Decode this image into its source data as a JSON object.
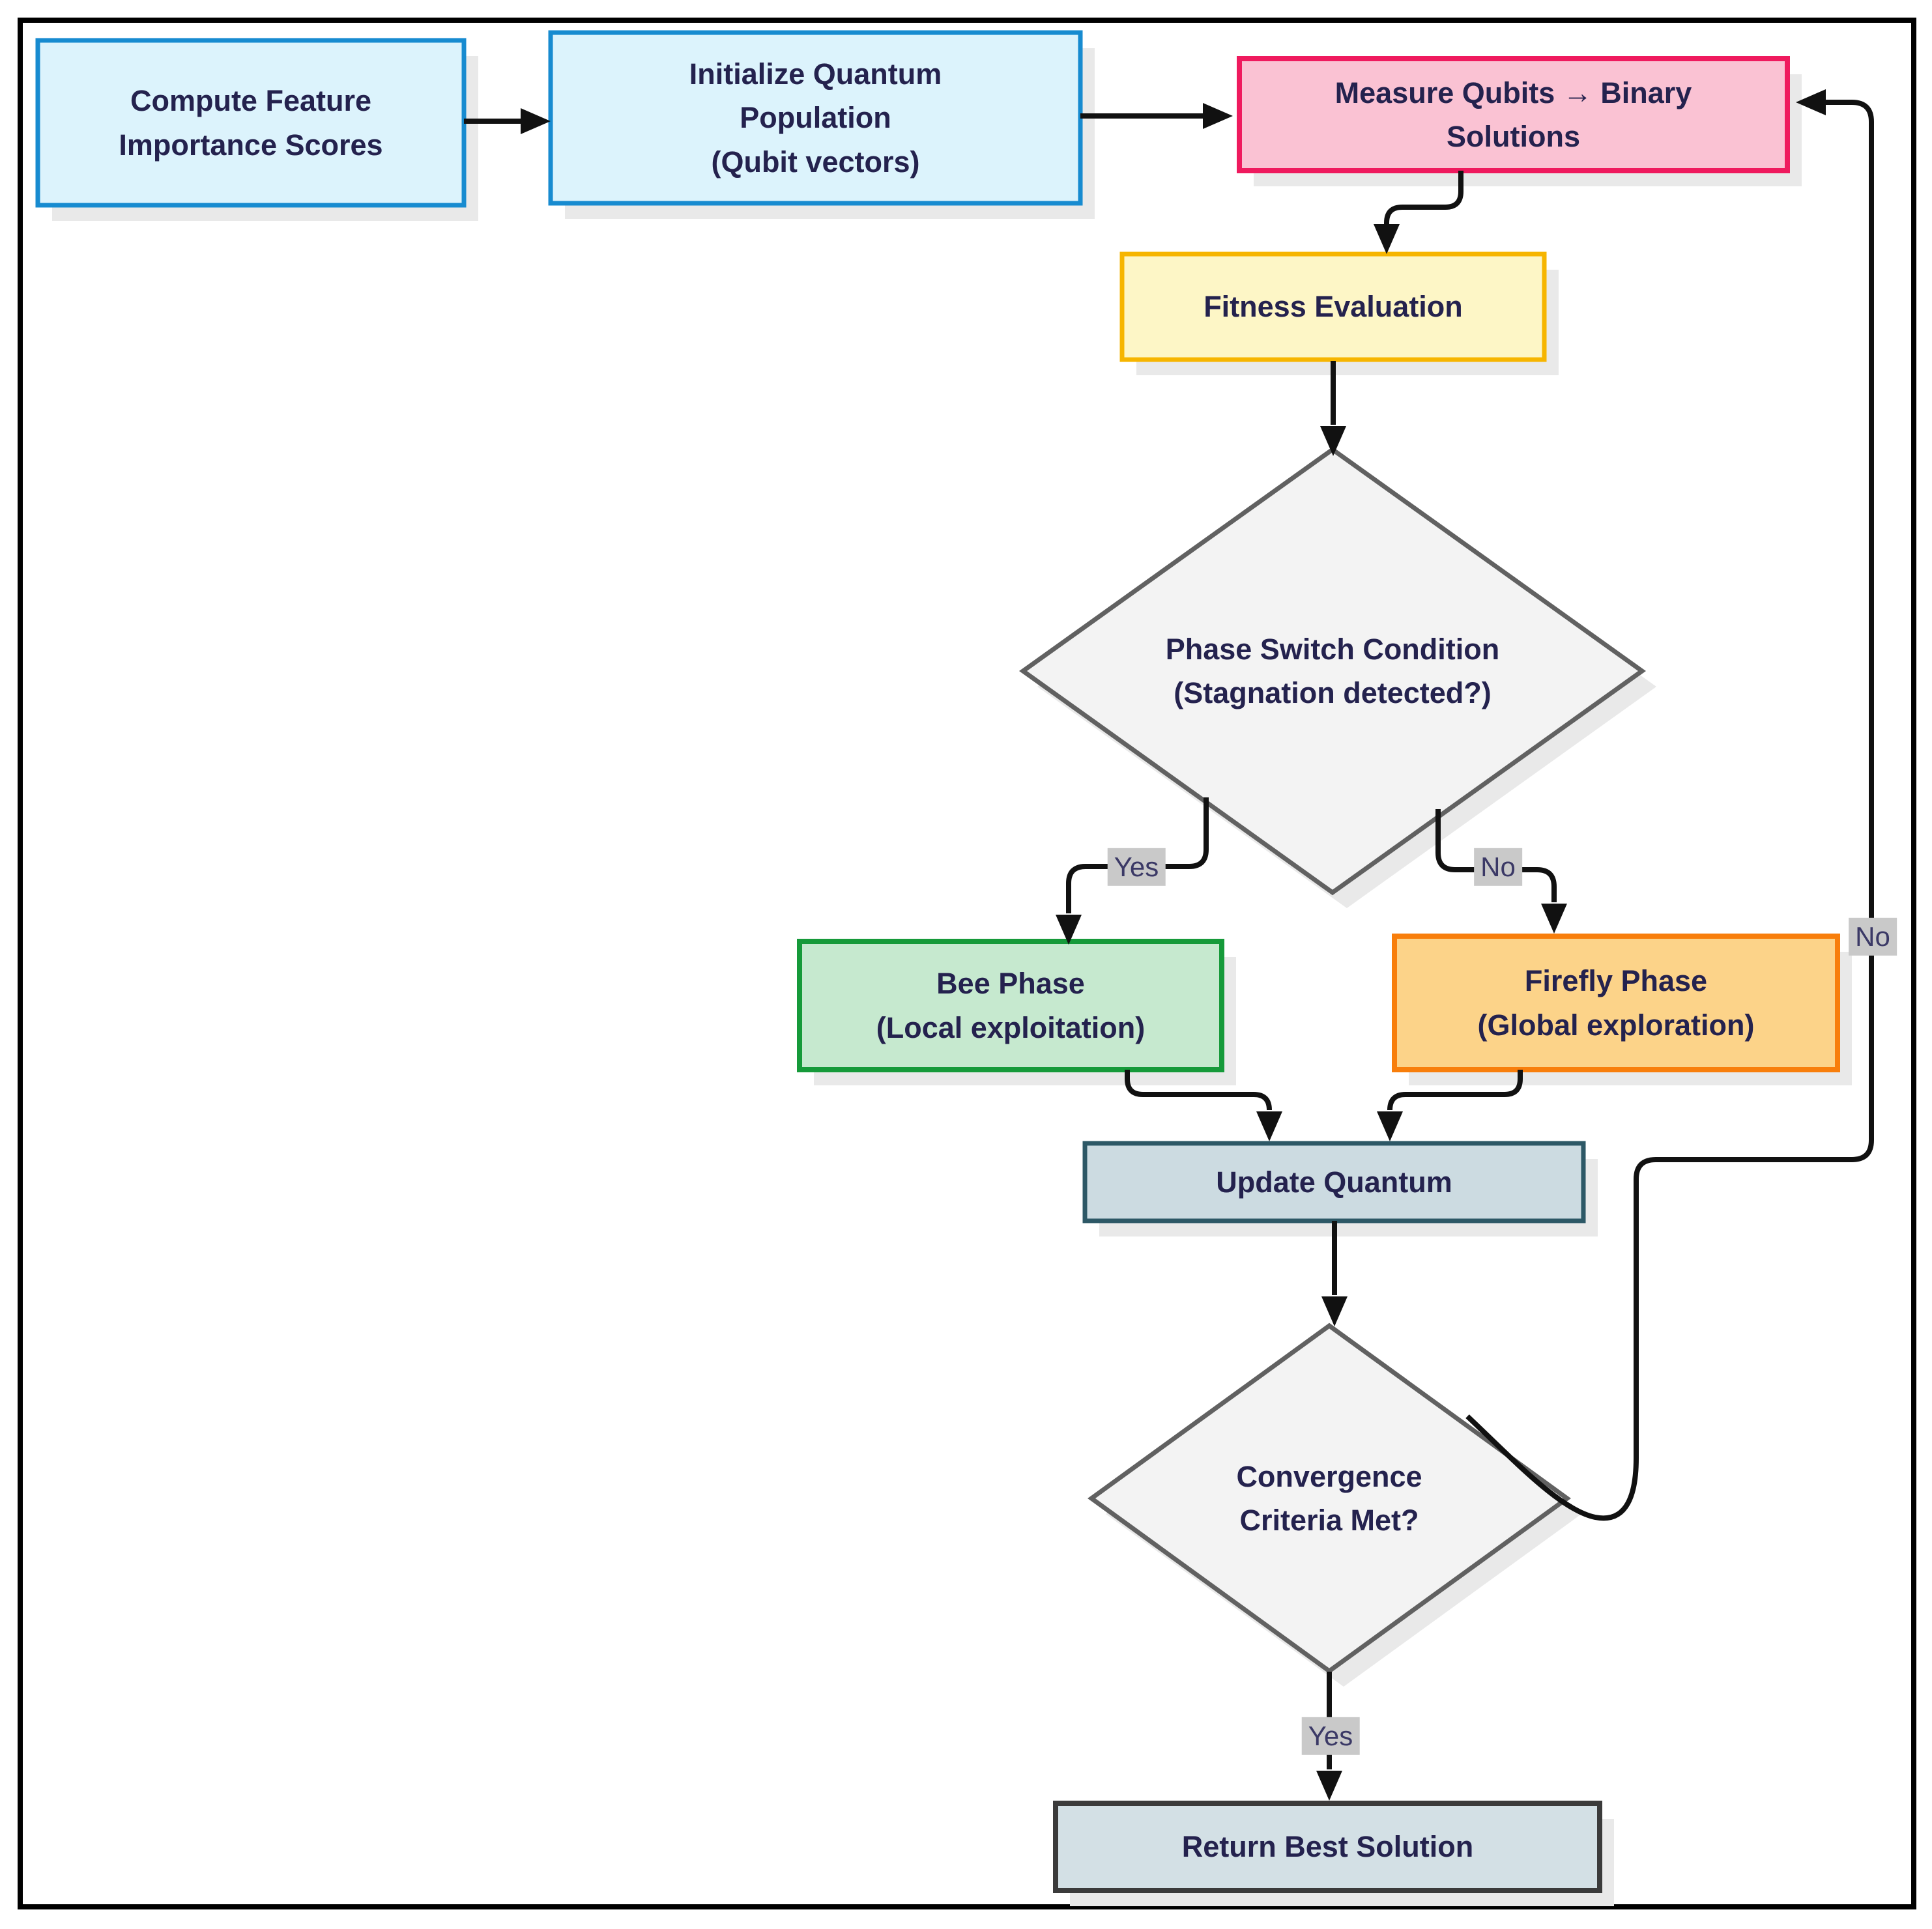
{
  "palette": {
    "background": "#ffffff",
    "frame": "#000000",
    "edge": "#111111",
    "shadow": "#e9e9e9",
    "text": "#24224e",
    "label_bg": "#c9c9c9",
    "label_text": "#3b3966"
  },
  "nodes": {
    "compute": {
      "label": "Compute Feature\nImportance Scores",
      "fill": "#dcf3fc",
      "border": "#178bd0"
    },
    "init": {
      "label": "Initialize Quantum\nPopulation\n(Qubit vectors)",
      "fill": "#dcf3fc",
      "border": "#178bd0"
    },
    "measure": {
      "label": "Measure Qubits → Binary\nSolutions",
      "fill": "#fac2d3",
      "border": "#ef1a5e"
    },
    "fitness": {
      "label": "Fitness Evaluation",
      "fill": "#fdf6c6",
      "border": "#f6b500"
    },
    "phase_switch": {
      "label": "Phase Switch Condition\n(Stagnation detected?)",
      "fill": "#f3f3f3",
      "border": "#616161"
    },
    "bee": {
      "label": "Bee Phase\n(Local exploitation)",
      "fill": "#c6e9cf",
      "border": "#169a3a"
    },
    "firefly": {
      "label": "Firefly Phase\n(Global exploration)",
      "fill": "#fcd389",
      "border": "#f87e0b"
    },
    "update": {
      "label": "Update Quantum",
      "fill": "#ccdbe1",
      "border": "#2d5866"
    },
    "convergence": {
      "label": "Convergence\nCriteria Met?",
      "fill": "#f3f3f3",
      "border": "#616161"
    },
    "return": {
      "label": "Return Best Solution",
      "fill": "#d3e0e5",
      "border": "#3b3b3b"
    }
  },
  "edge_labels": {
    "phase_yes": "Yes",
    "phase_no": "No",
    "convergence_yes": "Yes",
    "loop_no": "No"
  }
}
